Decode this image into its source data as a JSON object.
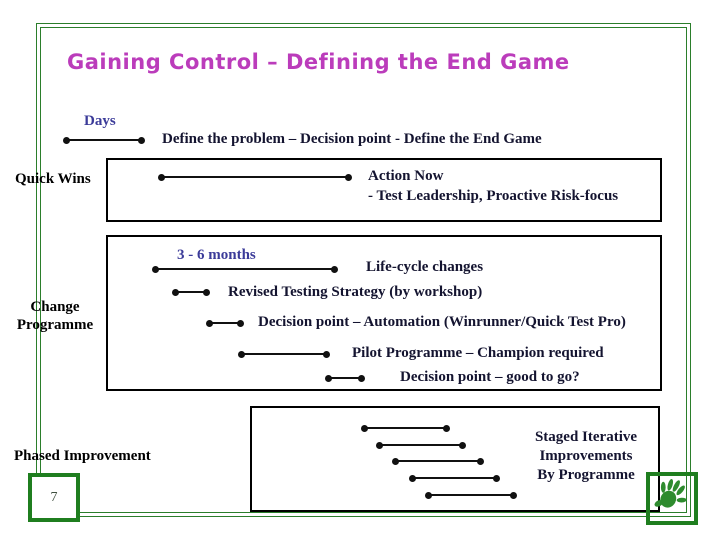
{
  "slide": {
    "title": "Gaining Control – Defining the End Game",
    "page_number": "7"
  },
  "timeline": {
    "phase_days": {
      "duration": "Days",
      "caption": "Define the problem – Decision point - Define the End Game"
    },
    "quick_wins": {
      "label": "Quick Wins",
      "action_title": "Action Now",
      "action_detail": "- Test Leadership, Proactive Risk-focus"
    },
    "change_programme": {
      "label": [
        "Change",
        "Programme"
      ],
      "duration": "3 - 6 months",
      "milestones": [
        "Life-cycle changes",
        "Revised Testing Strategy (by workshop)",
        "Decision point – Automation (Winrunner/Quick Test Pro)",
        "Pilot Programme – Champion required",
        "Decision point – good to go?"
      ]
    },
    "phased_improvement": {
      "label": "Phased Improvement",
      "caption": [
        "Staged Iterative",
        "Improvements",
        "By Programme"
      ]
    }
  },
  "icons": {
    "hand_icon": "green-handprint"
  },
  "colors": {
    "title": "#bb3cbb",
    "duration_label": "#3b3b99",
    "body_text": "#141430",
    "frame_green": "#2b7e2b",
    "badge_green": "#1f7e1f",
    "hand_green": "#2e8b2e"
  }
}
